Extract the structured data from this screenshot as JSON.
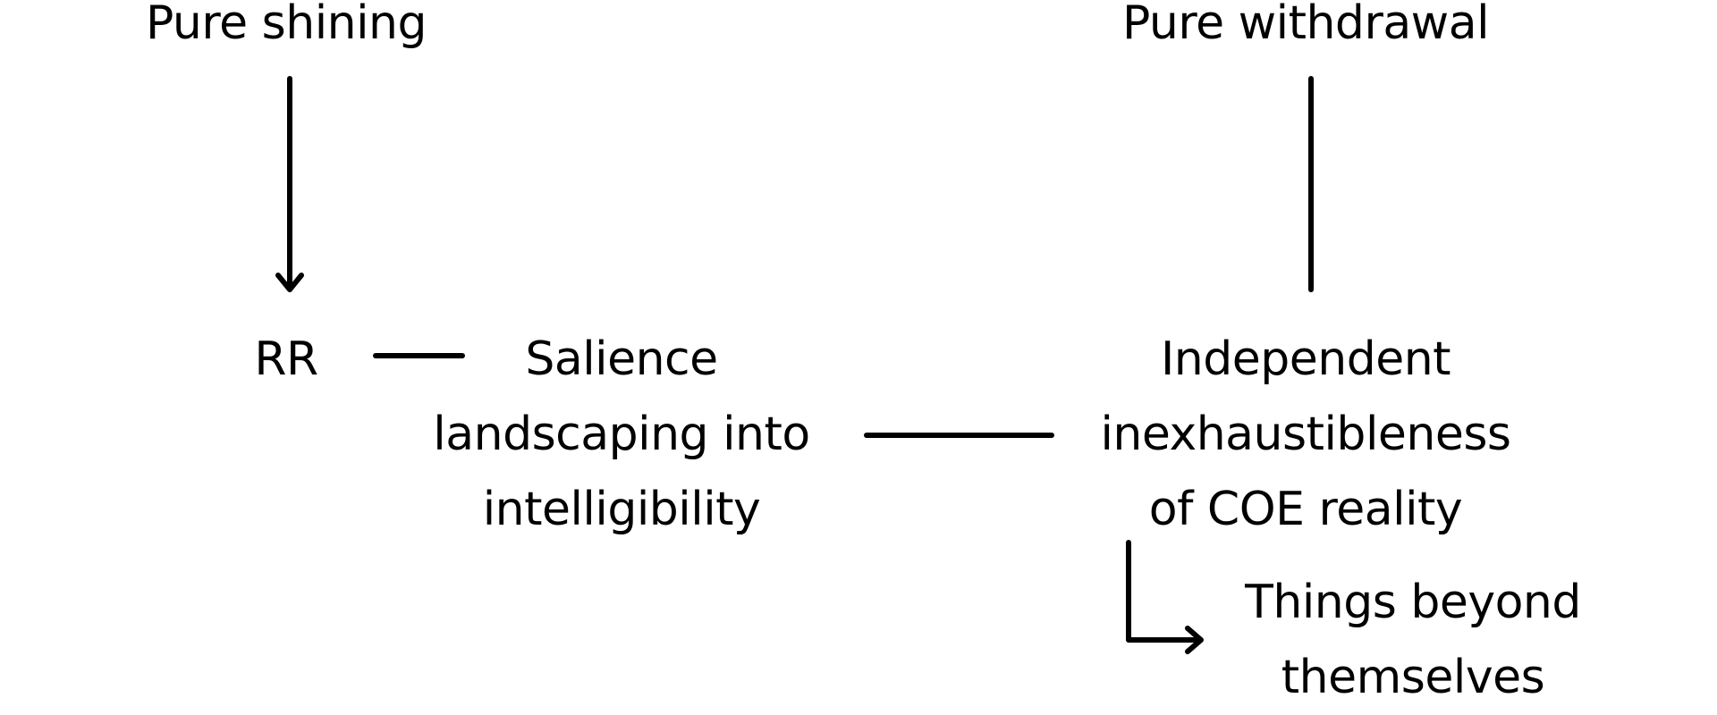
{
  "nodes": {
    "pure_shining": "Pure shining",
    "pure_withdrawal": "Pure withdrawal",
    "rr": "RR",
    "salience": "Salience\nlandscaping into\nintelligibility",
    "independent": "Independent\ninexhaustibleness\nof COE reality",
    "things_beyond": "Things beyond\nthemselves"
  },
  "colors": {
    "ink": "#000000",
    "background": "#ffffff"
  }
}
